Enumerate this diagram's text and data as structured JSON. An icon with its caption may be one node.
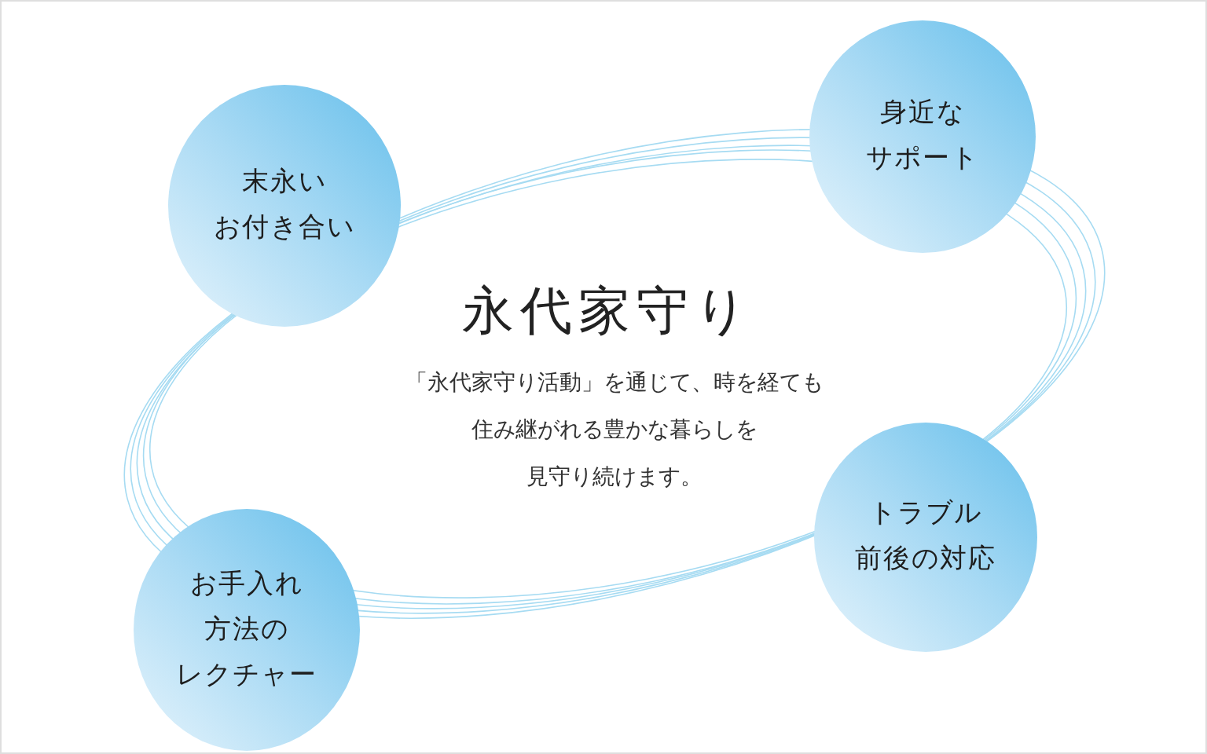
{
  "diagram": {
    "title": "永代家守り",
    "nodes": [
      {
        "text": [
          "末永いお付き合い"
        ]
      },
      {
        "text": [
          "身近なサポート"
        ]
      },
      {
        "text": [
          "お手入れ方法のレクチャー"
        ]
      },
      {
        "text": [
          "トラブル前後の対応"
        ]
      }
    ],
    "labels": [
      "「永代家守り活動」を通じて、時を経ても住み継がれる豊かな暮らしを見守り続けます。"
    ]
  }
}
